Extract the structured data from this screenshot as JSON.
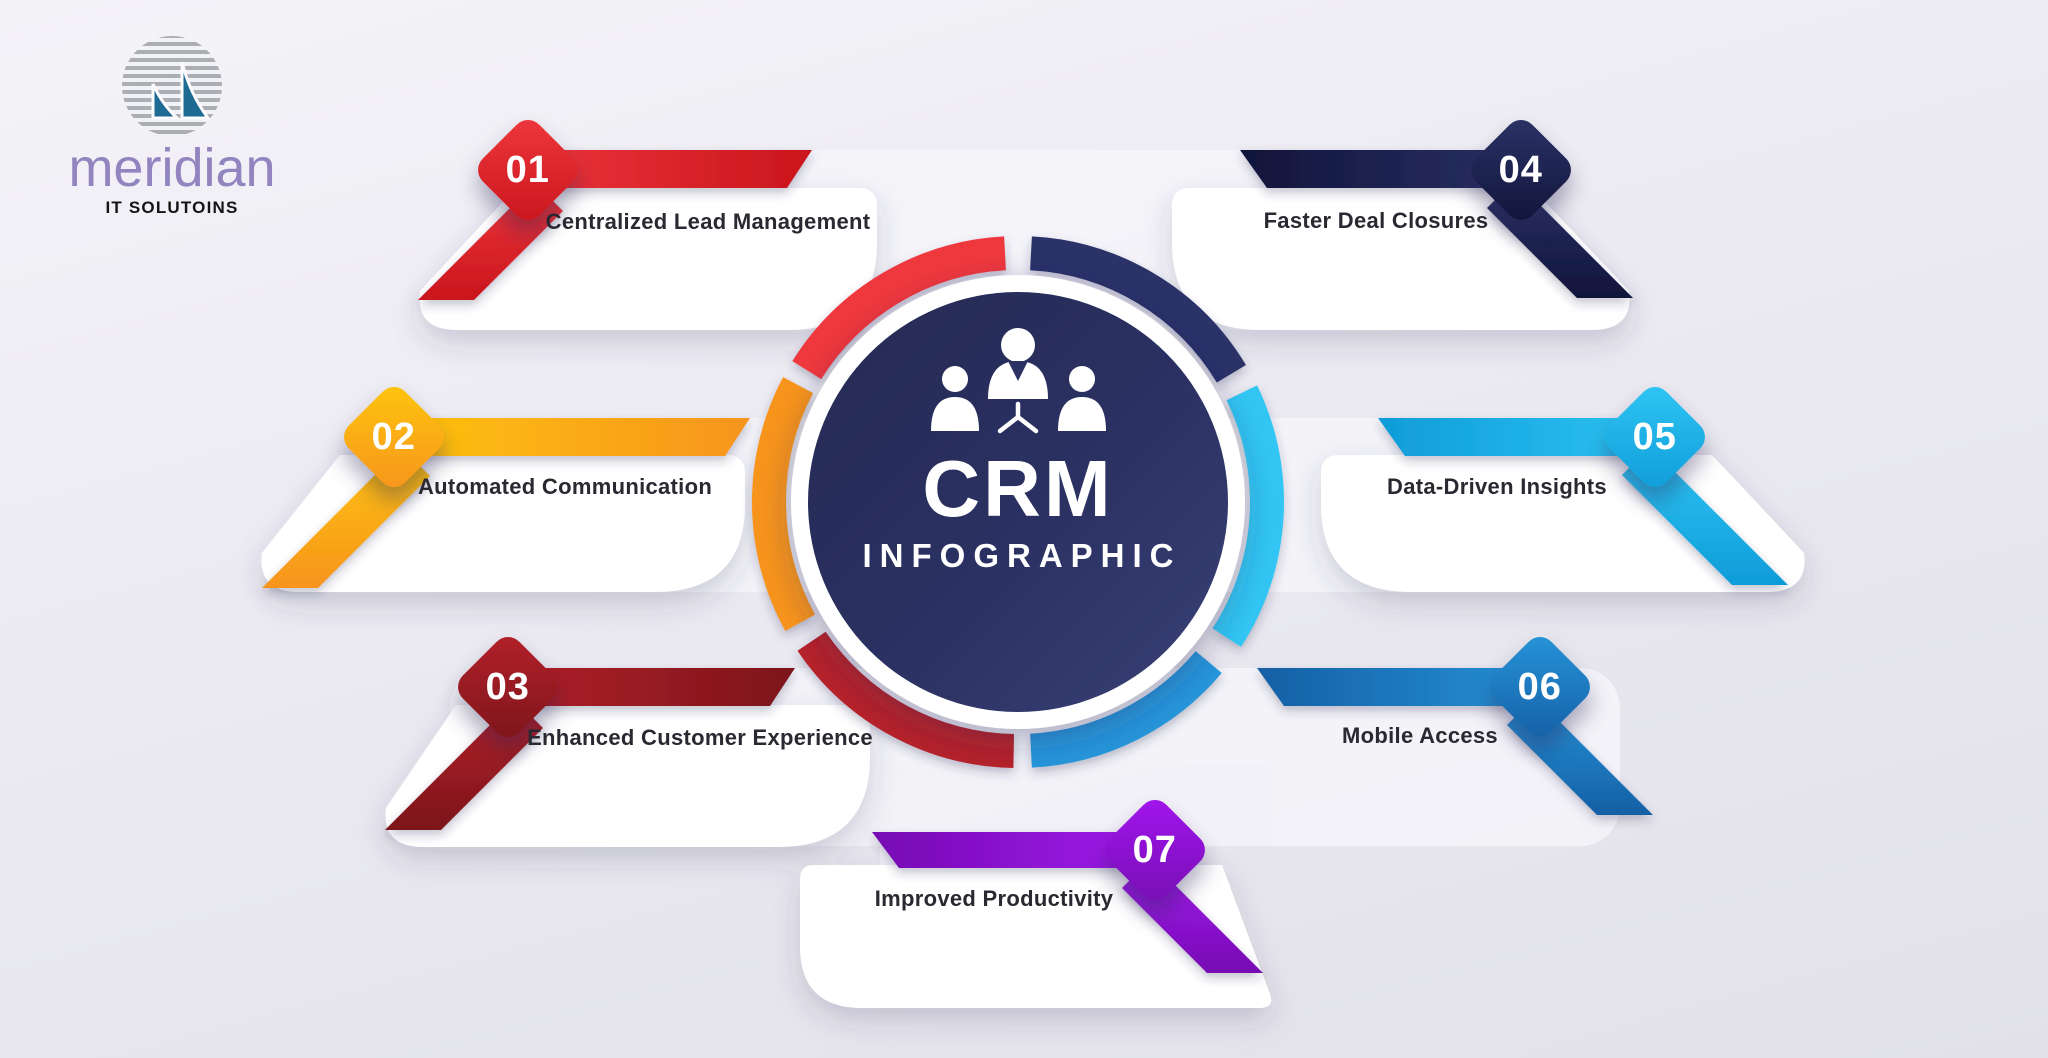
{
  "logo": {
    "name": "meridian",
    "tagline": "IT SOLUTOINS"
  },
  "center": {
    "title": "CRM",
    "subtitle": "INFOGRAPHIC",
    "icon": "team-icon",
    "circle_color": "#2b3162",
    "ring_color": "#ffffff"
  },
  "background": {
    "page": "#ebeaf1",
    "panel": "#f5f4f9"
  },
  "items": [
    {
      "number": "01",
      "label": "Centralized Lead Management",
      "side": "left",
      "color": "#ef383e",
      "color2": "#c9151c"
    },
    {
      "number": "02",
      "label": "Automated Communication",
      "side": "left",
      "color": "#fec60d",
      "color2": "#f7941d"
    },
    {
      "number": "03",
      "label": "Enhanced Customer Experience",
      "side": "left",
      "color": "#b5212a",
      "color2": "#7c151a"
    },
    {
      "number": "04",
      "label": "Faster Deal Closures",
      "side": "right",
      "color": "#2c3367",
      "color2": "#10143a"
    },
    {
      "number": "05",
      "label": "Data-Driven Insights",
      "side": "right",
      "color": "#30c6f4",
      "color2": "#0f9cd9"
    },
    {
      "number": "06",
      "label": "Mobile Access",
      "side": "right",
      "color": "#2795da",
      "color2": "#155fa5"
    },
    {
      "number": "07",
      "label": "Improved Productivity",
      "side": "right",
      "color": "#a315ef",
      "color2": "#760fb3"
    }
  ]
}
